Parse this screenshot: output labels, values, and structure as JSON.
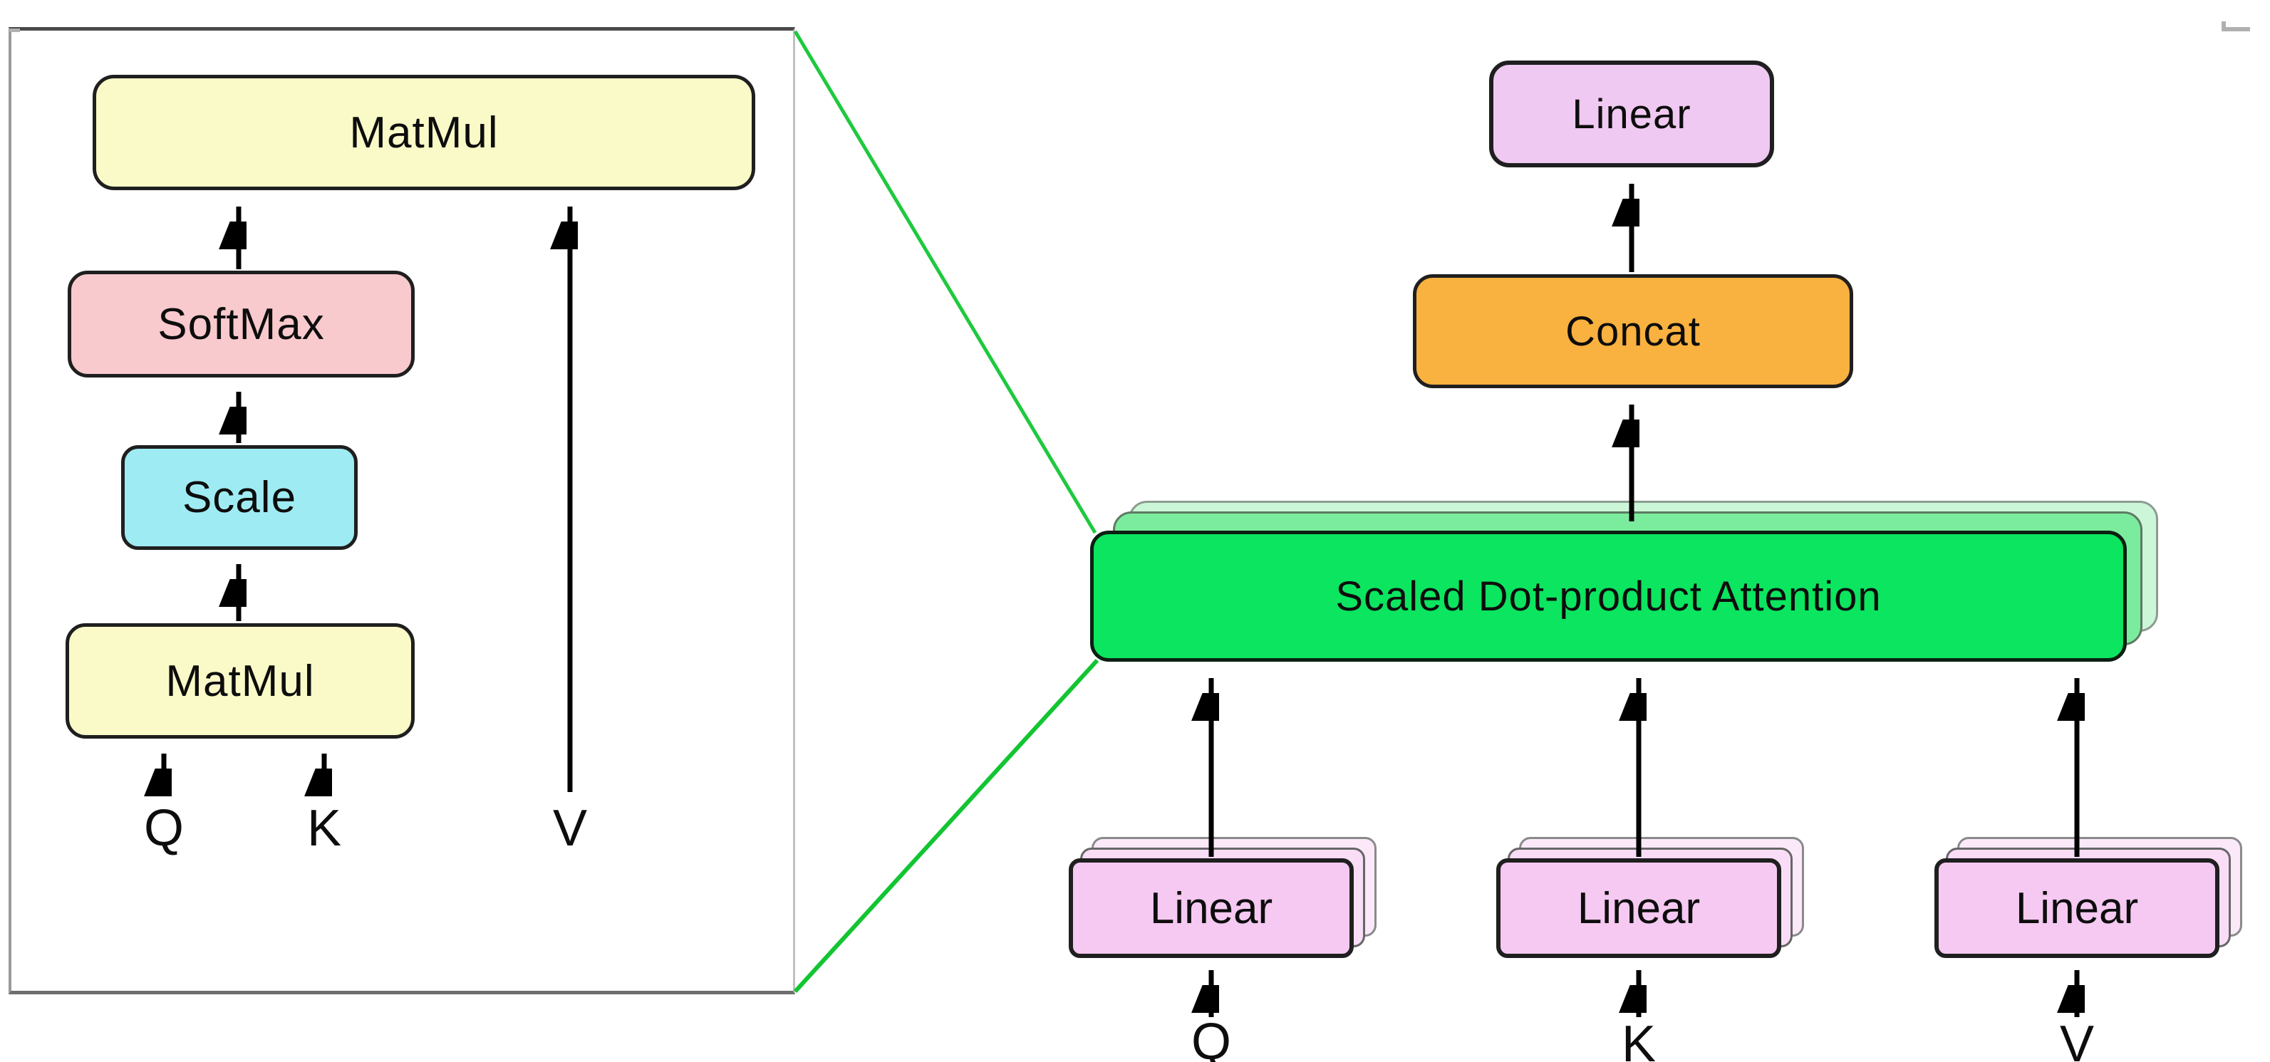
{
  "figure": {
    "left_panel": {
      "blocks": {
        "matmul_top": "MatMul",
        "softmax": "SoftMax",
        "scale": "Scale",
        "matmul_bottom": "MatMul"
      },
      "inputs": {
        "q": "Q",
        "k": "K",
        "v": "V"
      }
    },
    "right_panel": {
      "output_linear": "Linear",
      "concat": "Concat",
      "attention_head": "Scaled Dot-product Attention",
      "projections": {
        "q": "Linear",
        "k": "Linear",
        "v": "Linear"
      },
      "inputs": {
        "q": "Q",
        "k": "K",
        "v": "V"
      }
    },
    "colors": {
      "matmul_fill": "#fafac8",
      "softmax_fill": "#f8c9cd",
      "scale_fill": "#9febf3",
      "output_linear_fill": "#efc9f1",
      "concat_fill": "#f9b13f",
      "attention_fill": "#0be55f",
      "attention_layer_mid": "#7bec9d",
      "attention_layer_back": "#cbf7d8",
      "projection_fill": "#f5c9f1",
      "connector_green": "#1fc93f",
      "arrow_black": "#000000"
    }
  }
}
